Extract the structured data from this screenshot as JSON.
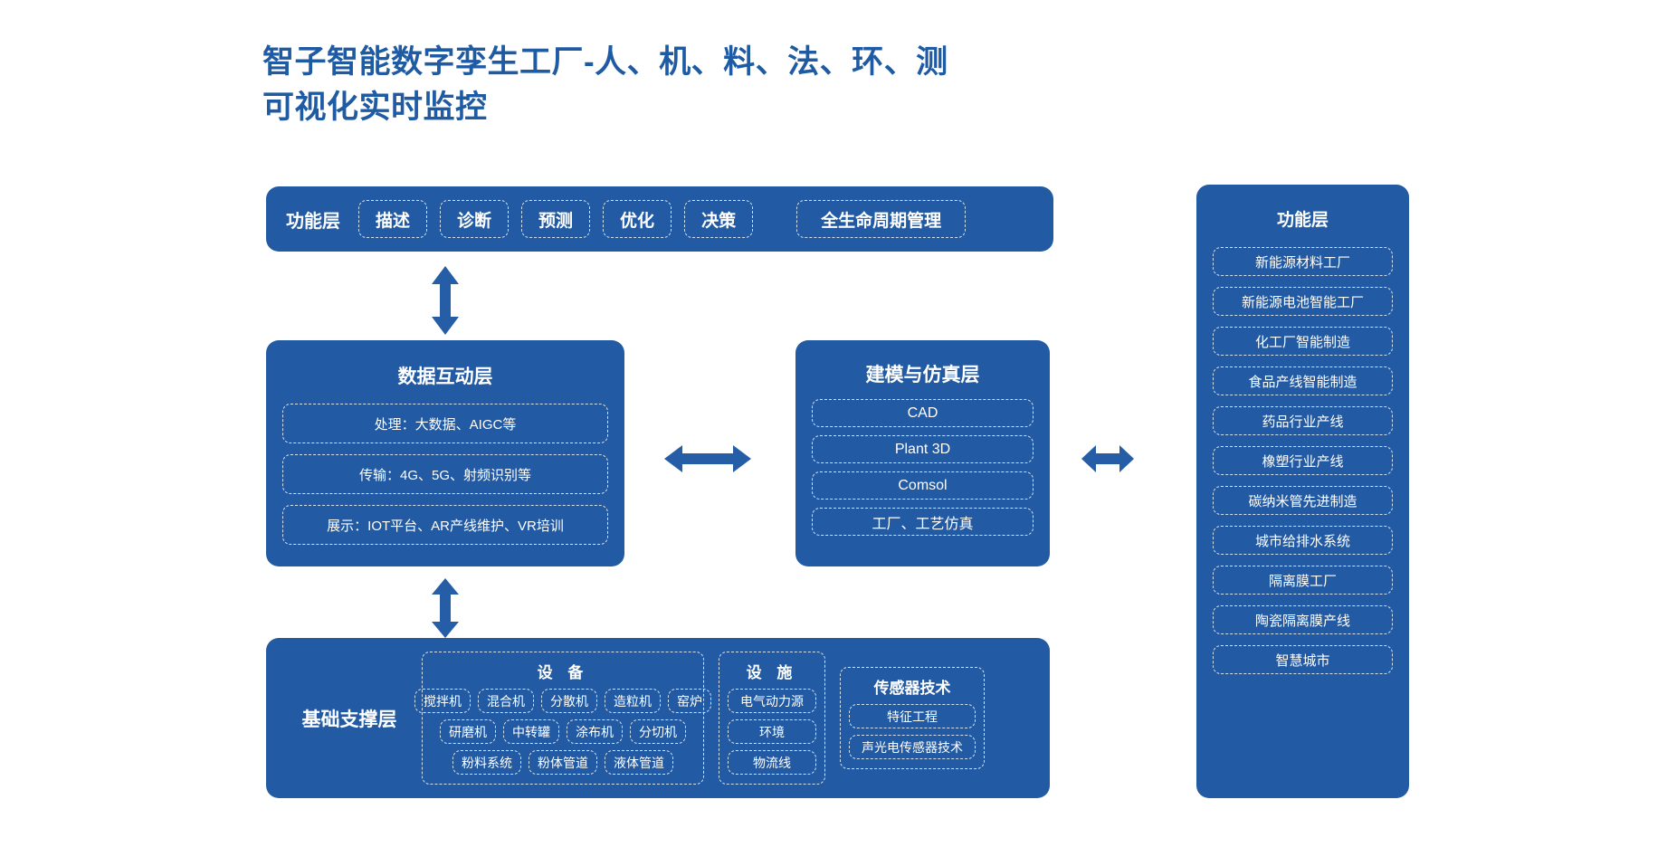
{
  "title": {
    "line1": "智子智能数字孪生工厂-人、机、料、法、环、测",
    "line2": "可视化实时监控"
  },
  "colors": {
    "brand_blue": "#225aa3",
    "title_blue": "#1f5ba3",
    "arrow_blue": "#255ea6",
    "background": "#ffffff"
  },
  "functional_bar": {
    "label": "功能层",
    "items": [
      {
        "label": "描述"
      },
      {
        "label": "诊断"
      },
      {
        "label": "预测"
      },
      {
        "label": "优化"
      },
      {
        "label": "决策"
      }
    ],
    "wide_item": {
      "label": "全生命周期管理"
    }
  },
  "data_layer": {
    "title": "数据互动层",
    "items": [
      {
        "label": "处理：大数据、AIGC等"
      },
      {
        "label": "传输：4G、5G、射频识别等"
      },
      {
        "label": "展示：IOT平台、AR产线维护、VR培训"
      }
    ]
  },
  "model_layer": {
    "title": "建模与仿真层",
    "items": [
      {
        "label": "CAD"
      },
      {
        "label": "Plant 3D"
      },
      {
        "label": "Comsol"
      },
      {
        "label": "工厂、工艺仿真"
      }
    ]
  },
  "base_layer": {
    "label": "基础支撑层",
    "groups": [
      {
        "title": "设  备",
        "rows": [
          [
            {
              "label": "搅拌机"
            },
            {
              "label": "混合机"
            },
            {
              "label": "分散机"
            },
            {
              "label": "造粒机"
            },
            {
              "label": "窑炉"
            }
          ],
          [
            {
              "label": "研磨机"
            },
            {
              "label": "中转罐"
            },
            {
              "label": "涂布机"
            },
            {
              "label": "分切机"
            }
          ],
          [
            {
              "label": "粉料系统"
            },
            {
              "label": "粉体管道"
            },
            {
              "label": "液体管道"
            }
          ]
        ]
      },
      {
        "title": "设  施",
        "rows": [
          [
            {
              "label": "电气动力源"
            }
          ],
          [
            {
              "label": "环境"
            }
          ],
          [
            {
              "label": "物流线"
            }
          ]
        ]
      },
      {
        "title": "传感器技术",
        "rows": [
          [
            {
              "label": "特征工程"
            }
          ],
          [
            {
              "label": "声光电传感器技术"
            }
          ]
        ]
      }
    ]
  },
  "side_panel": {
    "title": "功能层",
    "items": [
      {
        "label": "新能源材料工厂"
      },
      {
        "label": "新能源电池智能工厂"
      },
      {
        "label": "化工厂智能制造"
      },
      {
        "label": "食品产线智能制造"
      },
      {
        "label": "药品行业产线"
      },
      {
        "label": "橡塑行业产线"
      },
      {
        "label": "碳纳米管先进制造"
      },
      {
        "label": "城市给排水系统"
      },
      {
        "label": "隔离膜工厂"
      },
      {
        "label": "陶瓷隔离膜产线"
      },
      {
        "label": "智慧城市"
      }
    ]
  },
  "arrows": [
    {
      "name": "arrow-func-to-data",
      "direction": "vertical-double"
    },
    {
      "name": "arrow-data-to-base",
      "direction": "vertical-double"
    },
    {
      "name": "arrow-data-to-model",
      "direction": "horizontal-double"
    },
    {
      "name": "arrow-model-to-side",
      "direction": "horizontal-double"
    }
  ]
}
